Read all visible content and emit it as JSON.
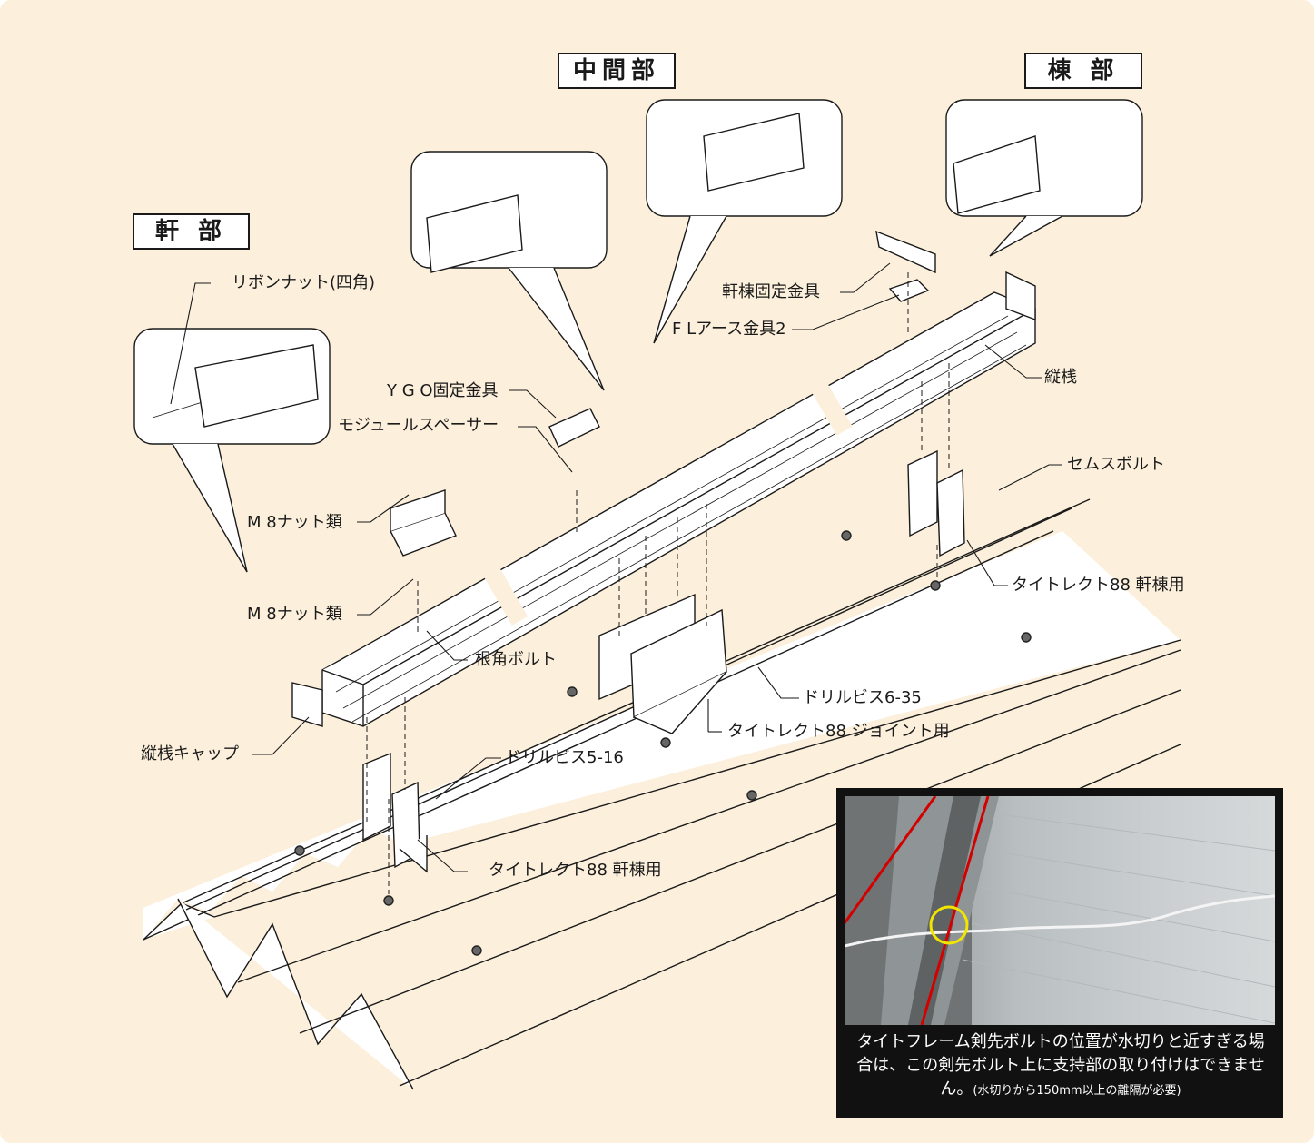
{
  "sections": {
    "eave": "軒 部",
    "middle": "中間部",
    "ridge": "棟 部"
  },
  "labels": {
    "ribbon_nut": "リボンナット(四角)",
    "ygo_bracket": "Y G O固定金具",
    "module_spacer": "モジュールスペーサー",
    "m8_nuts_upper": "M 8ナット類",
    "m8_nuts_lower": "M 8ナット類",
    "square_bolt": "根角ボルト",
    "rail_cap": "縦桟キャップ",
    "drill_screw_5_16": "ドリルビス5-16",
    "tight_rect_eave_ridge_lower": "タイトレクト88 軒棟用",
    "tight_rect_eave_ridge_upper": "タイトレクト88 軒棟用",
    "drill_screw_6_35": "ドリルビス6-35",
    "tight_rect_joint": "タイトレクト88 ジョイント用",
    "sems_bolt": "セムスボルト",
    "vertical_rail": "縦桟",
    "eave_ridge_bracket": "軒棟固定金具",
    "fl_earth_bracket": "F Lアース金具2"
  },
  "caption": {
    "main": "タイトフレーム剣先ボルトの位置が水切りと近すぎる場合は、この剣先ボルト上に支持部の取り付けはできません。",
    "note": "(水切りから150mm以上の離隔が必要)"
  },
  "colors": {
    "background": "#fcf0dc",
    "warning_line": "#d40000",
    "marker_circle": "#f2e600",
    "caption_bg": "#111111"
  }
}
